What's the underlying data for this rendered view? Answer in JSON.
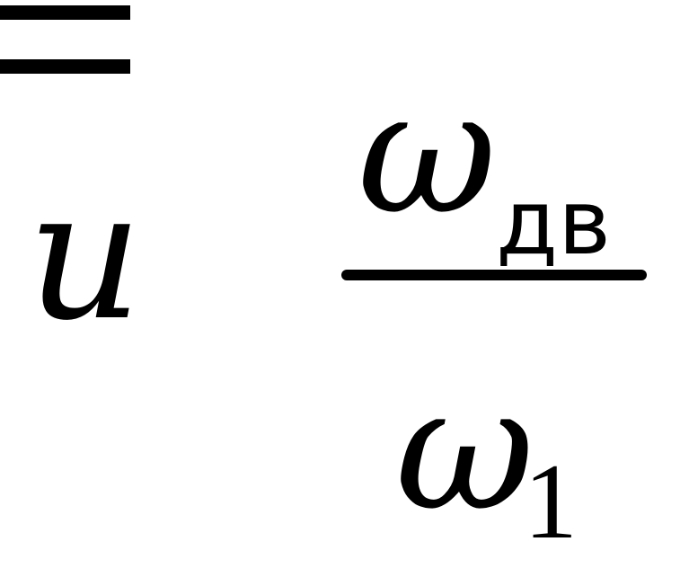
{
  "formula": {
    "lhs_variable": "u",
    "equals_sign": "=",
    "numerator_symbol": "ω",
    "numerator_subscript": "дв",
    "denominator_symbol": "ω",
    "denominator_subscript": "1"
  }
}
